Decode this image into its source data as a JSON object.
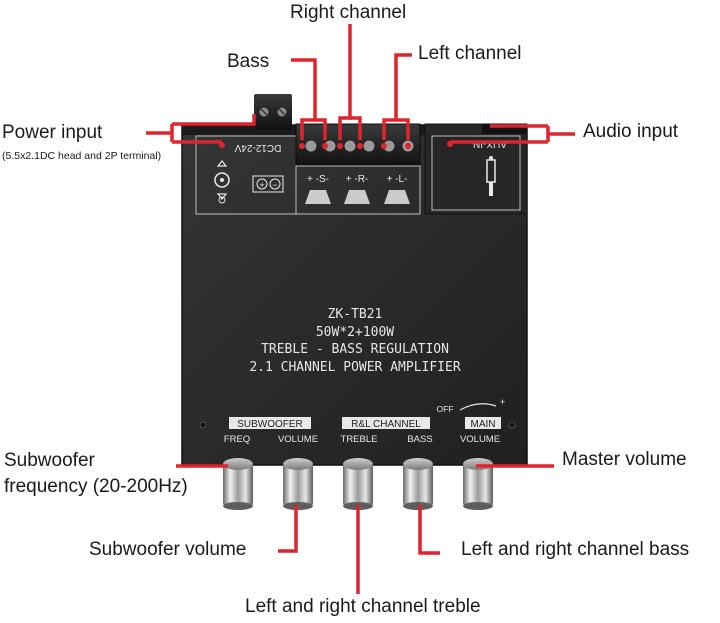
{
  "callouts": {
    "right_channel": "Right channel",
    "bass": "Bass",
    "left_channel": "Left channel",
    "power_input": "Power input",
    "power_input_note": "(5.5x2.1DC head and 2P terminal)",
    "audio_input": "Audio input",
    "subwoofer_frequency": "Subwoofer\nfrequency (20-200Hz)",
    "master_volume": "Master volume",
    "subwoofer_volume": "Subwoofer volume",
    "lr_bass": "Left and right channel bass",
    "lr_treble": "Left and right channel treble"
  },
  "board": {
    "model": "ZK-TB21",
    "power": "50W*2+100W",
    "regulation": "TREBLE - BASS REGULATION",
    "description": "2.1 CHANNEL POWER AMPLIFIER",
    "dc_label": "DC12-24V",
    "aux_label": "AUX-IN",
    "off_label": "OFF",
    "speaker_s": "+ -S-",
    "speaker_r": "+ -R-",
    "speaker_l": "+ -L-",
    "group_subwoofer": "SUBWOOFER",
    "group_rl": "R&L CHANNEL",
    "group_main": "MAIN",
    "knob_freq": "FREQ",
    "knob_volume": "VOLUME",
    "knob_treble": "TREBLE",
    "knob_bass": "BASS",
    "knob_main_volume": "VOLUME"
  },
  "colors": {
    "callout_line": "#e0242b",
    "board": "#2b2b2b",
    "silkscreen": "#e8e8e8"
  }
}
